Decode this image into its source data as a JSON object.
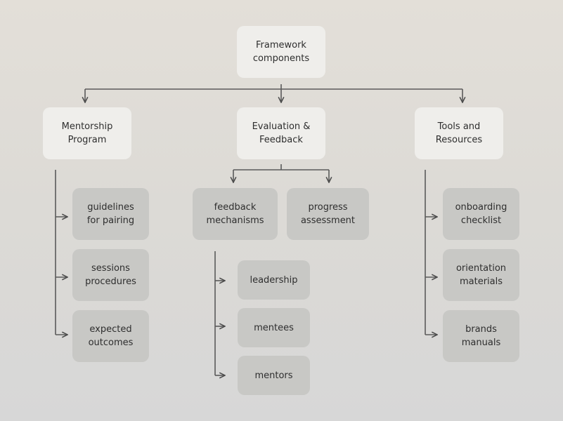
{
  "diagram": {
    "root": {
      "label": "Framework\ncomponents"
    },
    "branches": [
      {
        "label": "Mentorship\nProgram",
        "children": [
          {
            "label": "guidelines\nfor pairing"
          },
          {
            "label": "sessions\nprocedures"
          },
          {
            "label": "expected\noutcomes"
          }
        ]
      },
      {
        "label": "Evaluation &\nFeedback",
        "children": [
          {
            "label": "feedback\nmechanisms"
          },
          {
            "label": "progress\nassessment"
          }
        ],
        "subchildren": [
          {
            "label": "leadership"
          },
          {
            "label": "mentees"
          },
          {
            "label": "mentors"
          }
        ]
      },
      {
        "label": "Tools and\nResources",
        "children": [
          {
            "label": "onboarding\nchecklist"
          },
          {
            "label": "orientation\nmaterials"
          },
          {
            "label": "brands\nmanuals"
          }
        ]
      }
    ]
  },
  "colors": {
    "connector": "#5a5a5a",
    "top_node_fill": "#efeeeb",
    "leaf_node_fill": "#c8c8c5"
  }
}
